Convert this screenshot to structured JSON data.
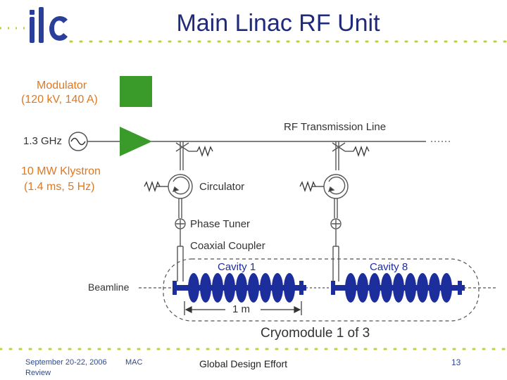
{
  "slide": {
    "title": "Main Linac RF Unit"
  },
  "diagram": {
    "modulator_label": "Modulator",
    "modulator_spec": "(120 kV, 140 A)",
    "frequency_label": "1.3 GHz",
    "klystron_label": "10 MW Klystron",
    "klystron_spec": "(1.4 ms, 5 Hz)",
    "rf_line_label": "RF Transmission Line",
    "circulator_label": "Circulator",
    "phase_tuner_label": "Phase Tuner",
    "coupler_label": "Coaxial Coupler",
    "cavity_first_label": "Cavity 1",
    "cavity_last_label": "Cavity 8",
    "beamline_label": "Beamline",
    "scale_label": "1 m",
    "cryomodule_label": "Cryomodule 1 of 3"
  },
  "footer": {
    "date_line1": "September 20-22, 2006",
    "date_line2": "Review",
    "venue": "MAC",
    "center_text": "Global Design Effort",
    "page_number": "13"
  },
  "colors": {
    "title": "#1f2a7a",
    "label_orange": "#e07820",
    "modulator_green": "#3a9a2a",
    "cavity_blue": "#1c2d9c",
    "dots_green": "#b8d43a",
    "dots_blue": "#2e4a8a"
  },
  "icons": [
    "ilc-logo",
    "oscillator-icon",
    "klystron-amplifier-icon",
    "circulator-icon",
    "phase-tuner-icon",
    "resistor-load-icon"
  ]
}
